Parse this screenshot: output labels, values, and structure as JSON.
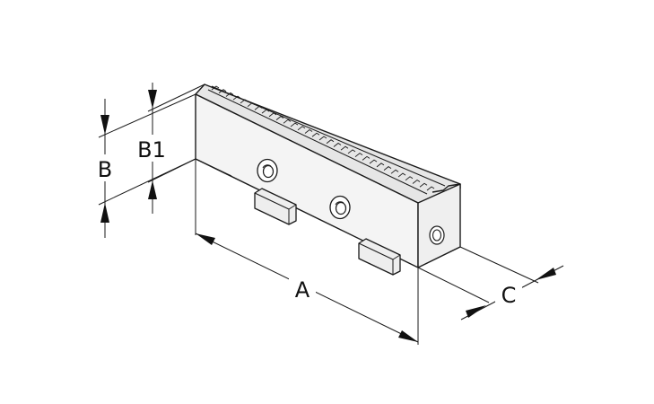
{
  "labels": {
    "a": "A",
    "b": "B",
    "b1": "B1",
    "c": "C"
  },
  "colors": {
    "line": "#1a1a1a",
    "face_front": "#f4f4f4",
    "face_top": "#e6e6e6",
    "face_end": "#efefef",
    "background": "#ffffff"
  }
}
